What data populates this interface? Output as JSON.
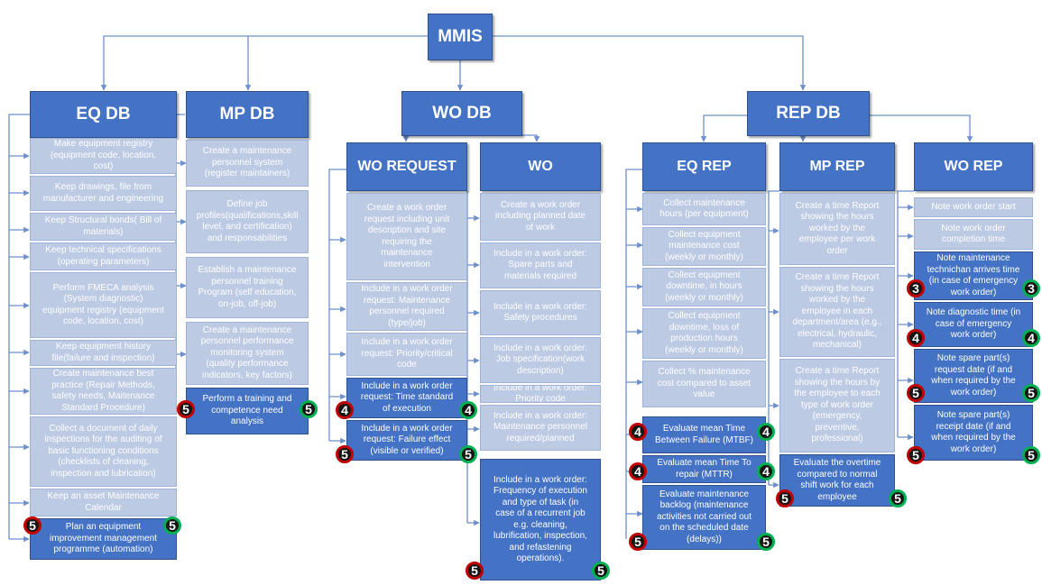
{
  "colors": {
    "box": "#4472c4",
    "faded": "#bdcae4",
    "line": "#6d8fcc",
    "badge_red": "#c00000",
    "badge_green": "#00b050"
  },
  "root": "MMIS",
  "databases": {
    "eq_db": "EQ DB",
    "mp_db": "MP DB",
    "wo_db": "WO DB",
    "rep_db": "REP DB"
  },
  "sub_headers": {
    "wo_request": "WO REQUEST",
    "wo": "WO",
    "eq_rep": "EQ REP",
    "mp_rep": "MP REP",
    "wo_rep": "WO REP"
  },
  "eq_db_items": [
    "Make equipment registry (equipment code, location, cost)",
    "Keep drawings, file from manufacturer and engineering",
    "Keep Structural bonds( Bill of materials)",
    "Keep technical specifications (operating parameters)",
    "Perform FMECA analysis (System diagnostic) equipment registry (equipment code, location, cost)",
    "Keep equipment history file(failure and inspection)",
    "Create maintenance best practice (Repair Methods, safety needs, Maitenance Standard Procedure)",
    "Collect a document of daily inspections for the auditing of basic functioning conditions (checklists of cleaning, inspection and lubrication)",
    "Keep an asset Maintenance Calendar",
    "Plan an equipment improvement management programme (automation)"
  ],
  "mp_db_items": [
    "Create a maintenance personnel system (register maintainers)",
    "Define job profiles(qualifications,skill level, and certification) and responsabilities",
    "Establish a maintenance personnel training Program (self education, on-job, off-job)",
    "Create a maintenance personnel performance monitoring system (quality performance indicators, key factors)",
    "Perform a training and competence need analysis"
  ],
  "wo_request_items": [
    "Create a work order request including unit description and site requiring the maintenance intervention",
    "Include in a work order request: Maintenance personnel required (type/job)",
    "Include in a work order request: Priority/critical code",
    "Include in a work order request: Time standard of execution",
    "Include in a work order request: Failure effect (visible or verified)"
  ],
  "wo_items": [
    "Create a work order including planned date of work",
    "Include in a work order: Spare parts and materials required",
    "Include in a work order: Safety procedures",
    "Include in a work order: Job specification(work description)",
    "Include in a work order: Priority code",
    "Include in a work order: Maintenance personnel required/planned",
    "Include in a work order: Frequency of execution and type of task (in case of a recurrent job e.g. cleaning, lubrification, inspection, and refastening operations)."
  ],
  "eq_rep_items": [
    "Collect maintenance hours (per equipment)",
    "Collect equipment maintenance cost (weekly or monthly)",
    "Collect equipment downtime, in hours (weekly or monthly)",
    "Collect equipment downtime, loss of production hours (weekly or monthly)",
    "Collect % maintenance cost compared to asset value",
    "Evaluate mean Time Between Failure (MTBF)",
    "Evaluate mean Time To repair (MTTR)",
    "Evaluate maintenance backlog (maintenance activities not carried out on the scheduled date (delays))"
  ],
  "mp_rep_items": [
    "Create a time Report showing the hours worked by the employee per work order",
    "Create a time Report showing the hours worked by the employee in each department/area (e.g., electrical, hydraulic, mechanical)",
    "Create a time Report showing the hours by the employee to each type of work order (emergency, preventive, professional)",
    "Evaluate the overtime compared to normal shift work for each employee"
  ],
  "wo_rep_items": [
    "Note work order start",
    "Note work order completion time",
    "Note maintenance technichan arrives time (in case of emergency work order)",
    "Note diagnostic time (in case of emergency work order)",
    "Note spare part(s) request date (if and when required by the work order)",
    "Note spare part(s) receipt date (if and when required by the work order)"
  ],
  "badges": {
    "eq_db_plan_left": "5",
    "eq_db_plan_right": "5",
    "mp_db_training_left": "5",
    "mp_db_training_right": "5",
    "wo_req_time_left": "4",
    "wo_req_time_right": "4",
    "wo_req_failure_left": "5",
    "wo_req_failure_right": "5",
    "wo_frequency_left": "5",
    "wo_frequency_right": "5",
    "eq_rep_mtbf_left": "4",
    "eq_rep_mtbf_right": "4",
    "eq_rep_mttr_left": "4",
    "eq_rep_mttr_right": "4",
    "eq_rep_backlog_left": "5",
    "eq_rep_backlog_right": "5",
    "mp_rep_overtime_left": "5",
    "mp_rep_overtime_right": "5",
    "wo_rep_arrival_left": "3",
    "wo_rep_arrival_right": "3",
    "wo_rep_diagnostic_left": "4",
    "wo_rep_diagnostic_right": "4",
    "wo_rep_request_left": "5",
    "wo_rep_request_right": "5",
    "wo_rep_receipt_left": "5",
    "wo_rep_receipt_right": "5"
  }
}
